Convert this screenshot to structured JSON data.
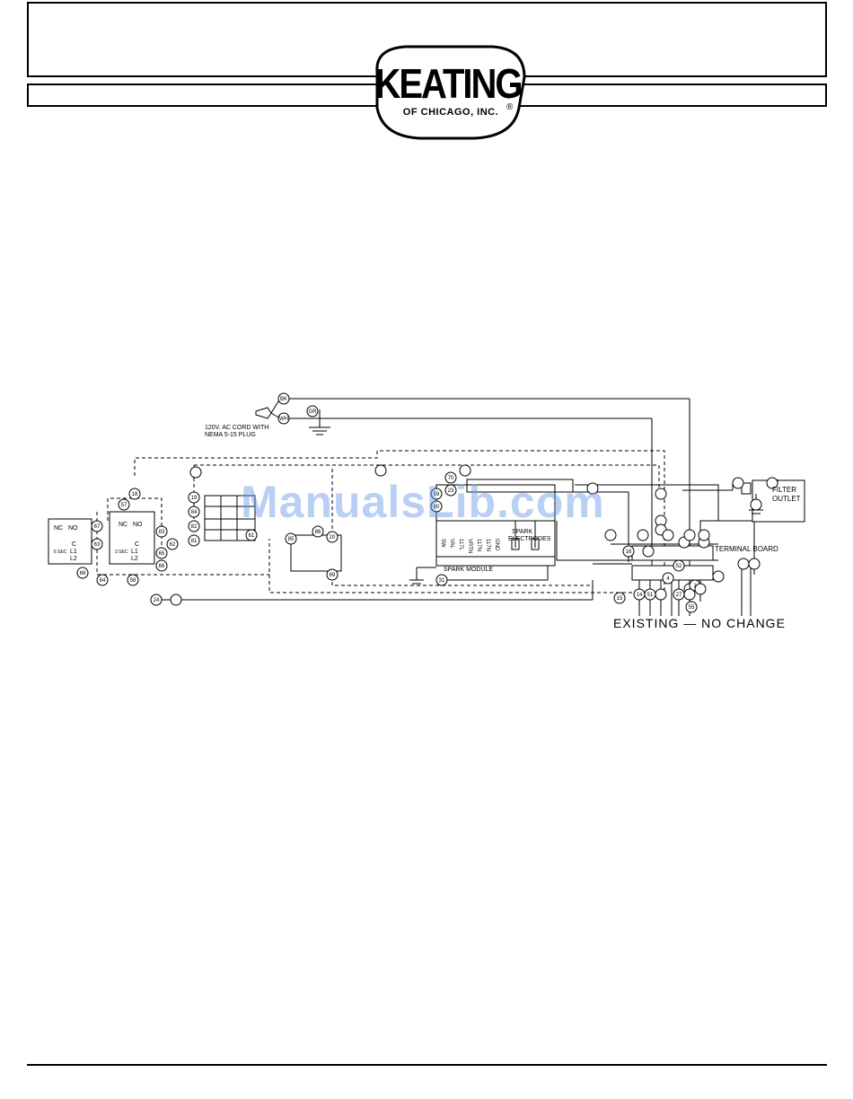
{
  "logo": {
    "main": "KEATING",
    "sub": "OF CHICAGO, INC.",
    "reg": "®"
  },
  "watermark": "ManualsLib.com",
  "diagram": {
    "cord_label_1": "120V. AC CORD WITH",
    "cord_label_2": "NEMA 5-15 PLUG",
    "filter_outlet_1": "FILTER",
    "filter_outlet_2": "OUTLET",
    "terminal_board": "TERMINAL BOARD",
    "spark_module": "SPARK MODULE",
    "spark_electrodes_1": "SPARK",
    "spark_electrodes_2": "ELECTRODES",
    "existing": "EXISTING  —  NO  CHANGE",
    "timer_a_label": "6 SEC",
    "timer_b_label": "3 SEC",
    "module_terms": [
      "SW",
      "VAL",
      "117L",
      "VRTN",
      "117N",
      "117N",
      "GND"
    ],
    "timer_terms": [
      "NC",
      "NO",
      "C",
      "L1",
      "L2"
    ],
    "wire_labels": {
      "bk": "BK",
      "wh": "WH",
      "gr": "GR",
      "w18": "18",
      "w19": "19",
      "w20": "20",
      "w70": "70",
      "w23": "23",
      "w16": "16",
      "w15": "15",
      "w14": "14",
      "w51": "51",
      "w4": "4",
      "w52": "52",
      "w1": "1",
      "w27": "27",
      "w55": "55",
      "w31": "31",
      "w24": "24",
      "w57": "57",
      "w58": "58",
      "w59": "59",
      "w60": "60",
      "w61": "61",
      "w62": "62",
      "w63": "63",
      "w64": "64",
      "w65": "65",
      "w66": "66",
      "w67": "67",
      "w68": "68",
      "w69": "69",
      "w81": "81",
      "w82": "82",
      "w83": "83",
      "w84": "84",
      "w85": "85",
      "w86": "86"
    }
  }
}
